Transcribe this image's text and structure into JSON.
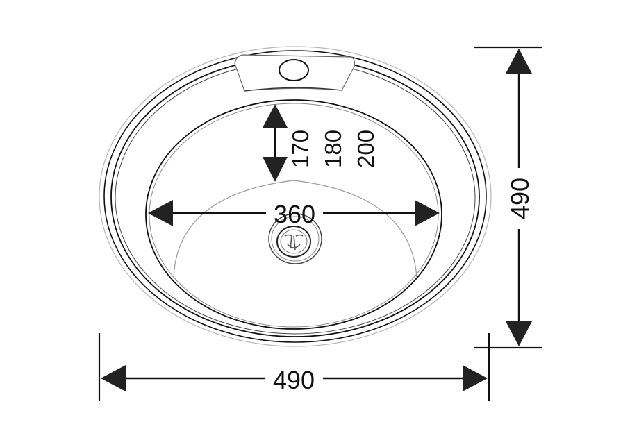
{
  "diagram": {
    "subject": "Round inset kitchen sink with tap-hole platform and drain",
    "units": "mm",
    "colors": {
      "line": "#111111",
      "light_line": "#9a9a9a",
      "background": "#ffffff"
    },
    "dimensions": {
      "overall_width": "490",
      "overall_depth": "490",
      "bowl_diameter": "360",
      "bowl_depth_options": [
        "170",
        "180",
        "200"
      ]
    },
    "features": [
      "tap-hole",
      "drain-strainer",
      "rim-flange",
      "bowl"
    ]
  }
}
